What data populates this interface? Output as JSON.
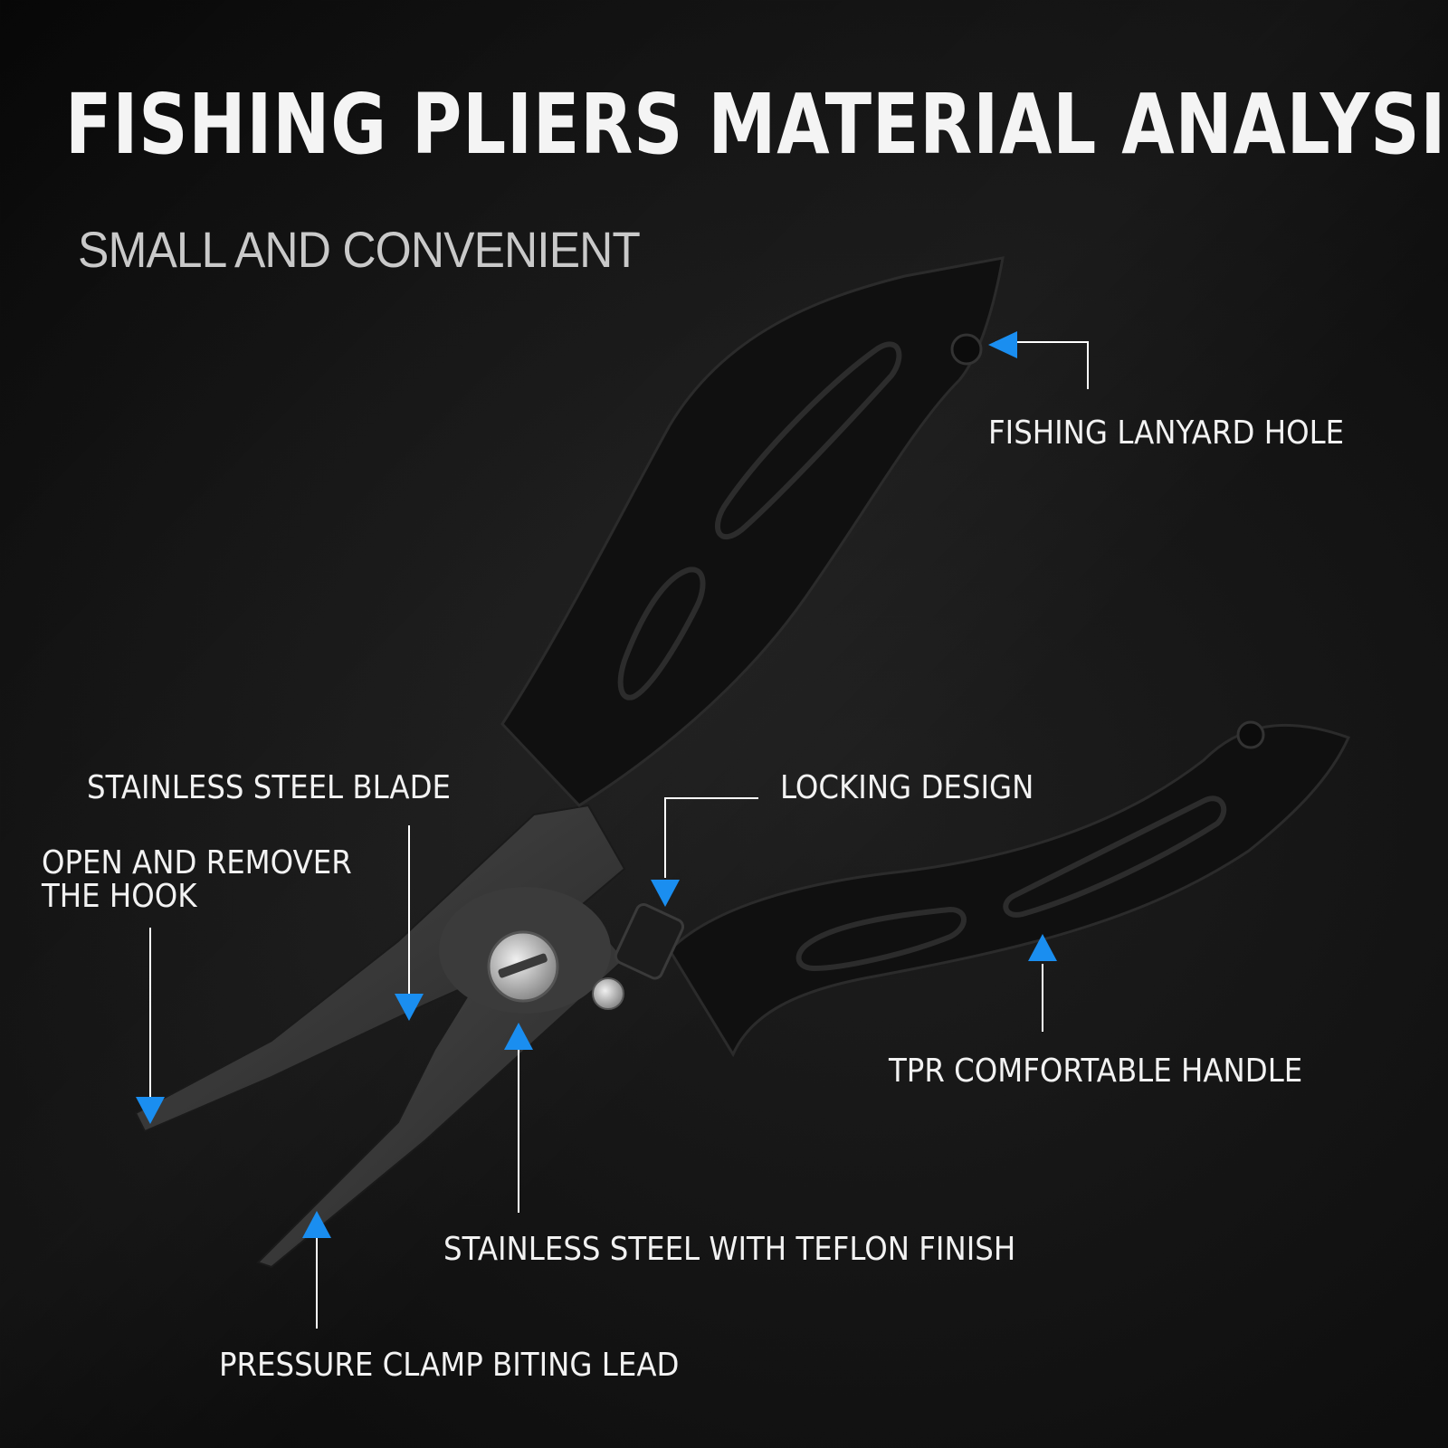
{
  "title": "FISHING PLIERS MATERIAL ANALYSIS",
  "subtitle": "SMALL AND CONVENIENT",
  "callouts": {
    "lanyard_hole": "FISHING LANYARD HOLE",
    "blade": "STAINLESS STEEL BLADE",
    "hook_line1": "OPEN AND REMOVER",
    "hook_line2": "THE HOOK",
    "locking": "LOCKING DESIGN",
    "handle": "TPR COMFORTABLE HANDLE",
    "teflon": "STAINLESS STEEL WITH TEFLON FINISH",
    "clamp": "PRESSURE CLAMP BITING LEAD"
  },
  "colors": {
    "accent": "#1a8ef0",
    "text": "#f2f2f2",
    "background": "#121212"
  }
}
